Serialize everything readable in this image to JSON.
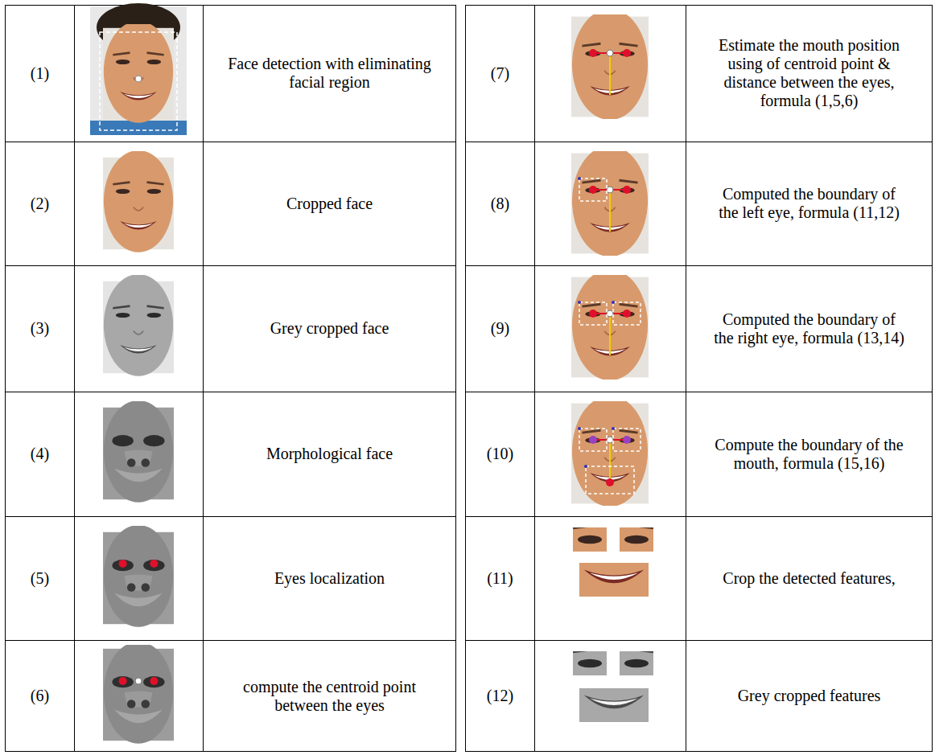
{
  "diagram": {
    "labels": [
      "(1)",
      "Face detection with eliminating facial region",
      "(7)",
      "Estimate the mouth position using of centroid point & distance between the eyes, formula (1,5,6)",
      "(2)",
      "Cropped face",
      "(8)",
      "Computed the boundary of the left eye, formula (11,12)",
      "(3)",
      "Grey cropped face",
      "(9)",
      "Computed the boundary of the right eye, formula (13,14)",
      "(4)",
      "Morphological face",
      "(10)",
      "Compute the boundary of the mouth, formula (15,16)",
      "(5)",
      "Eyes localization",
      "(11)",
      "Crop the detected features,",
      "(6)",
      "compute the centroid point between the eyes",
      "(12)",
      "Grey cropped features"
    ]
  }
}
